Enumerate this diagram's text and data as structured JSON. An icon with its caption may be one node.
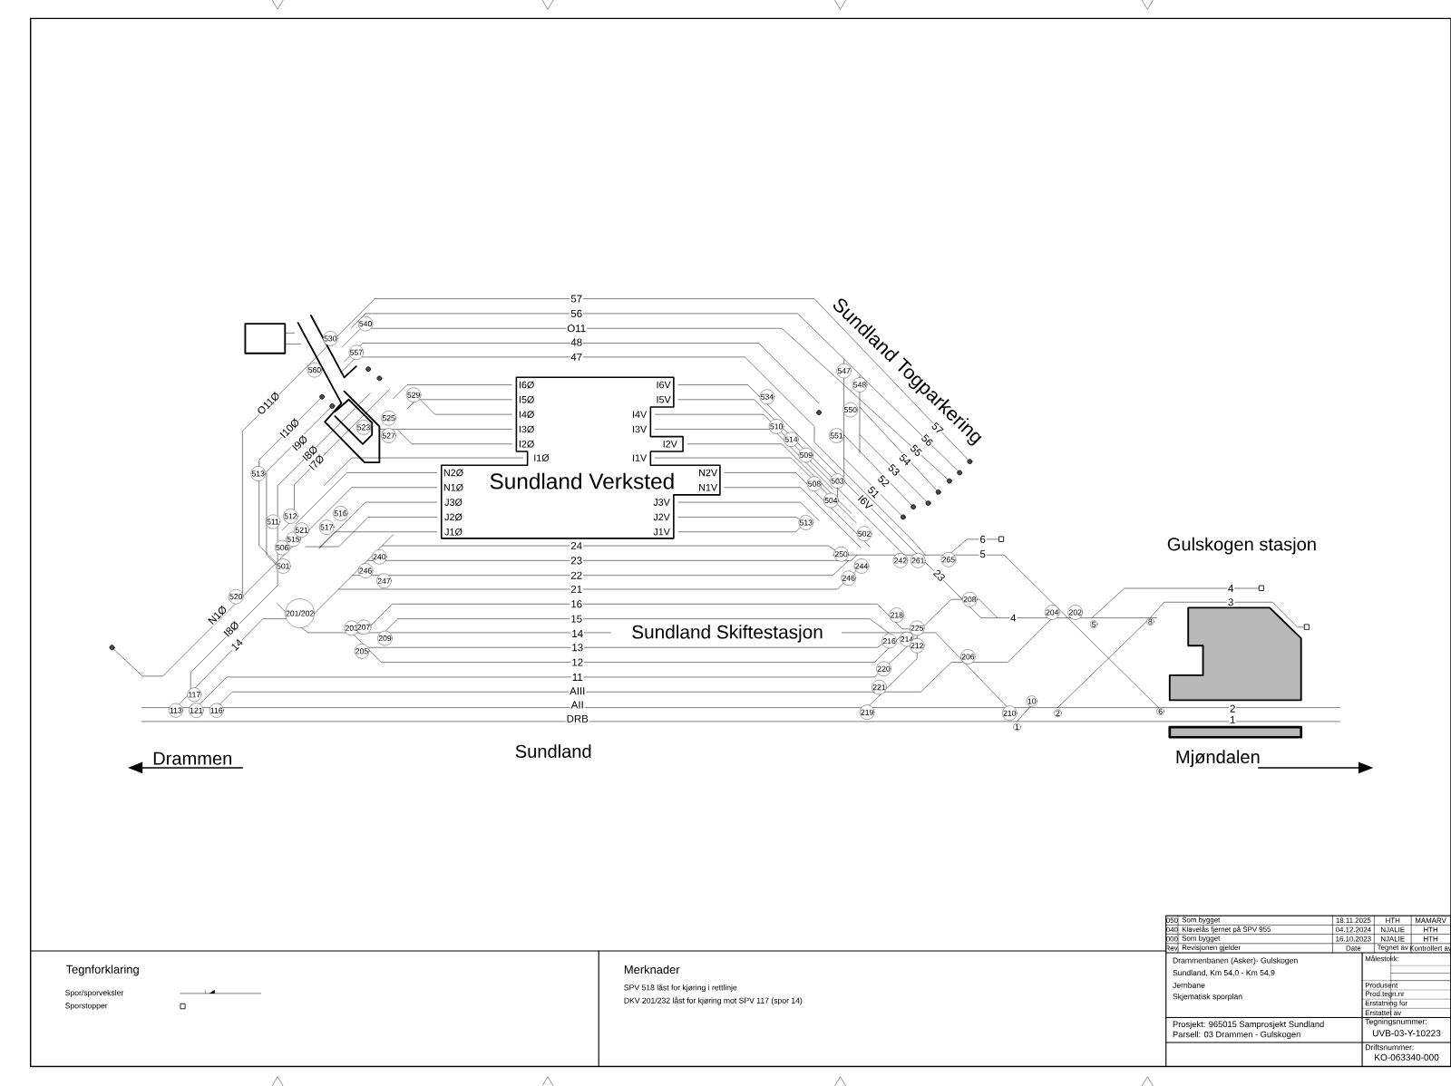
{
  "diagram": {
    "nodes": [
      {
        "text": [
          "Sundland Verksted"
        ]
      },
      {
        "text": [],
        "shape": "box"
      },
      {
        "text": [],
        "shape": "box"
      },
      {
        "text": [],
        "shape": "bar"
      }
    ],
    "labels": [
      "Sundland Togparkering",
      "57",
      "56",
      "O11",
      "48",
      "47",
      "I6Ø",
      "I5Ø",
      "I4Ø",
      "I3Ø",
      "I2Ø",
      "I1Ø",
      "I6V",
      "I5V",
      "I4V",
      "I3V",
      "I2V",
      "I1V",
      "N2Ø",
      "N1Ø",
      "J3Ø",
      "J2Ø",
      "J1Ø",
      "N2V",
      "N1V",
      "J3V",
      "J2V",
      "J1V",
      "O11Ø",
      "I10Ø",
      "I9Ø",
      "I8Ø",
      "I7Ø",
      "57",
      "56",
      "55",
      "54",
      "53",
      "52",
      "51",
      "I6V",
      "24",
      "23",
      "22",
      "21",
      "16",
      "15",
      "Sundland Skiftestasjon",
      "14",
      "13",
      "12",
      "11",
      "AIII",
      "AII",
      "DRB",
      "N1Ø",
      "I8Ø",
      "14",
      "23",
      "6",
      "5",
      "4",
      "Gulskogen stasjon",
      "4",
      "3",
      "2",
      "1",
      "Sundland",
      "Drammen",
      "Mjøndalen",
      "540",
      "530",
      "557",
      "560",
      "529",
      "525",
      "523",
      "527",
      "513",
      "512",
      "511",
      "516",
      "506",
      "515",
      "521",
      "517",
      "501",
      "520",
      "201/202",
      "240",
      "246",
      "247",
      "203",
      "207",
      "209",
      "205",
      "117",
      "113",
      "121",
      "116",
      "534",
      "547",
      "548",
      "550",
      "510",
      "551",
      "514",
      "509",
      "503",
      "508",
      "504",
      "513",
      "502",
      "250",
      "242",
      "261",
      "265",
      "244",
      "246",
      "208",
      "204",
      "202",
      "218",
      "5",
      "8",
      "225",
      "216",
      "214",
      "212",
      "206",
      "220",
      "221",
      "10",
      "219",
      "210",
      "2",
      "6",
      "1",
      "Tegnforklaring",
      "Merknader",
      "SPV 518 låst for kjøring i rettlinje",
      "DKV 201/232 låst for kjøring mot SPV 117 (spor 14)",
      "050",
      "Som bygget",
      "18.11.2025",
      "HTH",
      "MAMARV",
      "040",
      "Klavelås fjernet på SPV 955",
      "04.12.2024",
      "NJALIE",
      "HTH",
      "000",
      "Som bygget",
      "16.10.2023",
      "NJALIE",
      "HTH",
      "Rev.",
      "Revisjonen gjelder",
      "Date",
      "Tegnet av",
      "Kontrollert av",
      "Drammenbanen (Asker)- Gulskogen",
      "Sundland, Km 54,0 - Km 54,9",
      "Jernbane",
      "Skjematisk sporplan",
      "Målestokk:",
      "Produsent",
      "Prod.tegn.nr",
      "Erstatning for",
      "Erstattet av",
      "Prosjekt: 965015 Samprosjekt Sundland",
      "Parsell: 03 Drammen - Gulskogen",
      "Tegningsnummer:",
      "UVB-03-Y-10223",
      "Driftsnummer:",
      "KO-063340-000"
    ],
    "legend": [
      {
        "text": "Spor/sporveksler"
      },
      {
        "text": "Sporstopper"
      }
    ]
  }
}
